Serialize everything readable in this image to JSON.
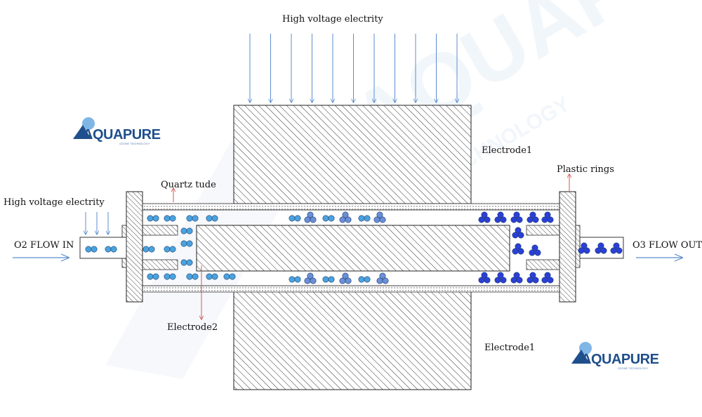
{
  "labels": {
    "hv_top": "High voltage electrity",
    "hv_left": "High voltage electrity",
    "electrode1_top": "Electrode1",
    "electrode1_bottom": "Electrode1",
    "electrode2": "Electrode2",
    "quartz_tube": "Quartz tude",
    "plastic_rings": "Plastic rings",
    "o2_in": "O2 FLOW IN",
    "o3_out": "O3 FLOW OUT"
  },
  "logo": {
    "name": "AQUAPURE",
    "tagline": "OZONE TECHNOLOGY"
  },
  "watermark": {
    "name": "AQUAPURE",
    "tagline": "TECHNOLOGY"
  },
  "colors": {
    "hv_arrow": "#5b8dcc",
    "flow_arrow": "#5b8dcc",
    "pointer_arrow": "#d9534f",
    "o2_molecule": "#4aa3df",
    "o3_light": "#6a8fd6",
    "o3_dark": "#2b3fd8",
    "hatch": "#333333",
    "logo_blue": "#1f4f8c"
  }
}
